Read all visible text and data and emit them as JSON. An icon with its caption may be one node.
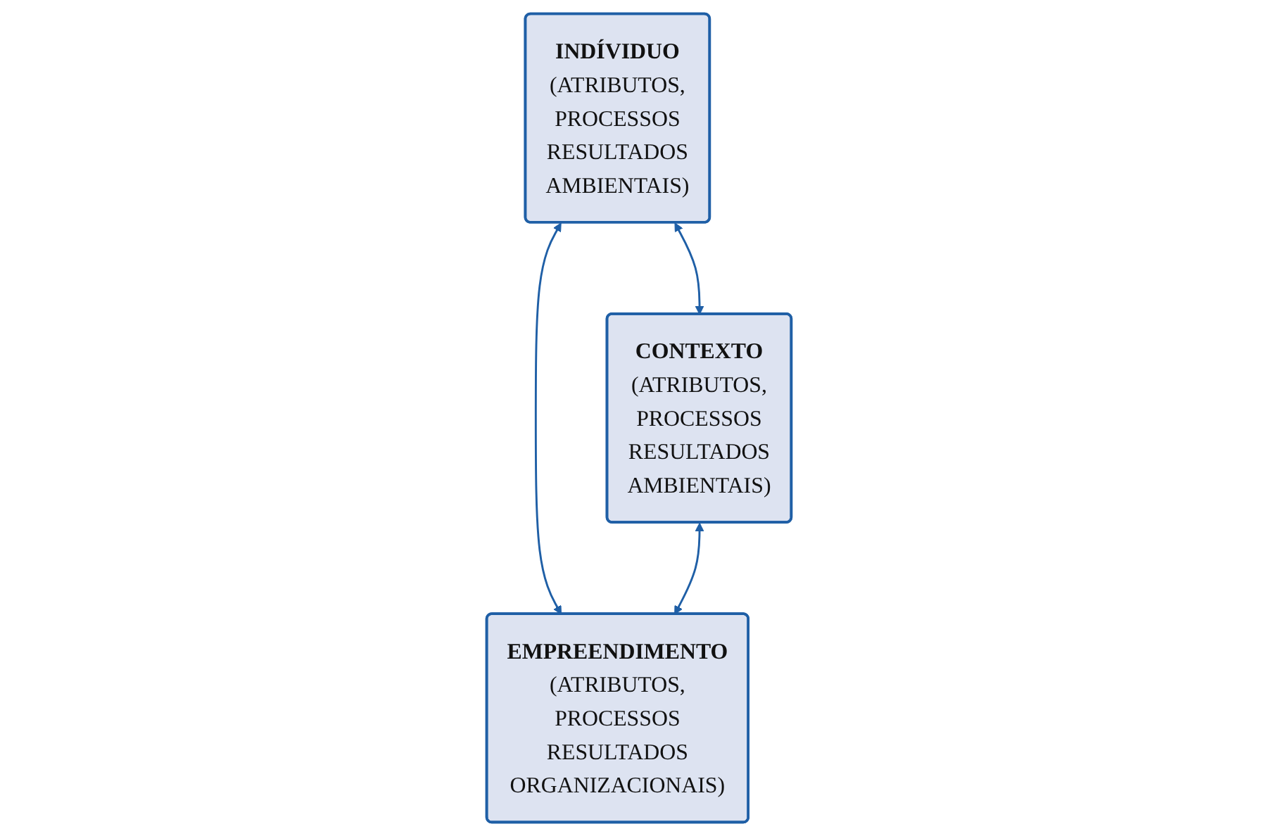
{
  "diagram": {
    "nodes": [
      {
        "text": [
          "INDÍVIDUO",
          "(ATRIBUTOS, PROCESSOS RESULTADOS AMBIENTAIS)"
        ]
      },
      {
        "text": [
          "CONTEXTO",
          "(ATRIBUTOS, PROCESSOS RESULTADOS AMBIENTAIS)"
        ]
      },
      {
        "text": [
          "EMPREENDIMENTO",
          "(ATRIBUTOS, PROCESSOS RESULTADOS ORGANIZACIONAIS)"
        ]
      }
    ],
    "edges": [
      {
        "from": 0,
        "to": 1,
        "arrow": "both"
      },
      {
        "from": 0,
        "to": 2,
        "arrow": "both"
      },
      {
        "from": 1,
        "to": 2,
        "arrow": "both"
      }
    ]
  }
}
